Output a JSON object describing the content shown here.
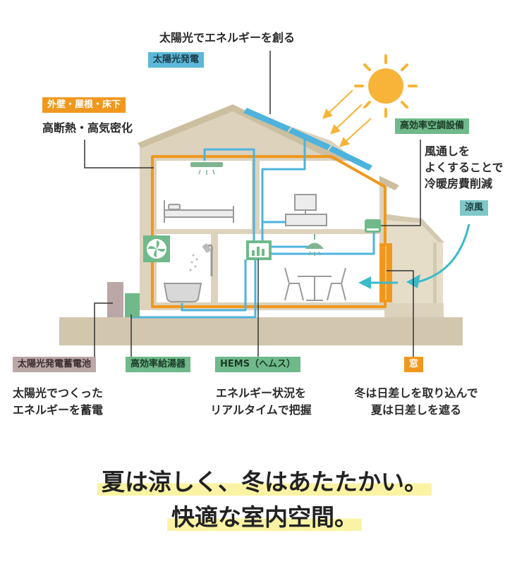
{
  "labels": {
    "solar_caption": "太陽光でエネルギーを創る",
    "solar_tag": "太陽光発電",
    "wall_tag": "外壁・屋根・床下",
    "wall_caption": "高断熱・高気密化",
    "ac_tag": "高効率空調設備",
    "ac_caption_lines": [
      "風通しを",
      "よくすることで",
      "冷暖房費削減"
    ],
    "breeze_tag": "涼風",
    "battery_tag": "太陽光発電蓄電池",
    "battery_caption_lines": [
      "太陽光でつくった",
      "エネルギーを蓄電"
    ],
    "water_heater_tag": "高効率給湯器",
    "hems_tag": "HEMS（ヘムス）",
    "hems_caption_lines": [
      "エネルギー状況を",
      "リアルタイムで把握"
    ],
    "window_tag": "窓",
    "window_caption_lines": [
      "冬は日差しを取り込んで",
      "夏は日差しを遮る"
    ]
  },
  "headline": {
    "line1": "夏は涼しく、冬はあたたかい。",
    "line2": "快適な室内空間。"
  },
  "colors": {
    "tag_blue": "#5bb8d9",
    "tag_orange": "#f0981e",
    "tag_green": "#6fb98a",
    "tag_teal": "#7fc8c8",
    "tag_mauve": "#bba6a8",
    "wall_beige": "#ddd2bc",
    "ground": "#d2c7ae",
    "insulation_orange": "#f0981e",
    "pipe_blue": "#4db3dd",
    "sun": "#f7b438",
    "highlight": "#fbf3a4"
  },
  "icons": [
    "sun-icon",
    "solar-panel-icon",
    "ventilation-fan-icon",
    "ceiling-light-icon",
    "bed-icon",
    "tv-icon",
    "shower-icon",
    "bathtub-icon",
    "dining-table-icon",
    "pendant-light-icon",
    "hems-monitor-icon",
    "storage-battery-icon",
    "water-heater-icon",
    "air-conditioner-icon",
    "window-icon",
    "breeze-arrow-icon"
  ]
}
